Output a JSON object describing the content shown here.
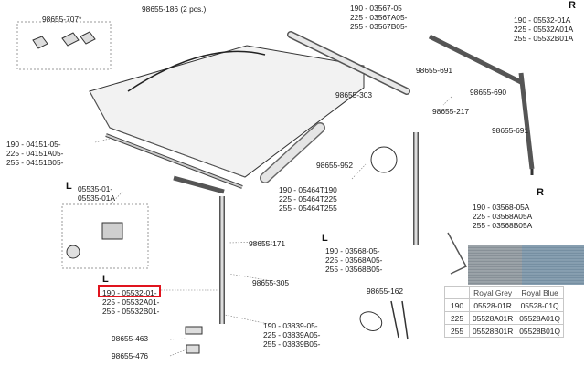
{
  "labels": {
    "p707": "98655-707*",
    "p186": "98655-186 (2 pcs.)",
    "p190top": [
      "190 - 03567-05",
      "225 - 03567A05-",
      "255 - 03567B05-"
    ],
    "p532top": [
      "190 - 05532-01A",
      "225 - 05532A01A",
      "255 - 05532B01A"
    ],
    "p691a": "98655-691",
    "p690": "98655-690",
    "p303": "98655-303",
    "p217": "98655-217",
    "p691b": "98655-691",
    "p04151": [
      "190 - 04151-05-",
      "225 - 04151A05-",
      "255 - 04151B05-"
    ],
    "p952": "98655-952",
    "p05535": [
      "05535-01-",
      "05535-01A"
    ],
    "p05464": [
      "190 - 05464T190",
      "225 - 05464T225",
      "255 - 05464T255"
    ],
    "p03568r": [
      "190 - 03568-05A",
      "225 - 03568A05A",
      "255 - 03568B05A"
    ],
    "p171": "98655-171",
    "p03568l": [
      "190 - 03568-05-",
      "225 - 03568A05-",
      "255 - 03568B05-"
    ],
    "p305": "98655-305",
    "p162": "98655-162",
    "p05532l": [
      "190 - 05532-01-",
      "225 - 05532A01-",
      "255 - 05532B01-"
    ],
    "p463": "98655-463",
    "p03839": [
      "190 - 03839-05-",
      "225 - 03839A05-",
      "255 - 03839B05-"
    ],
    "p476": "98655-476"
  },
  "sides": {
    "r_top": "R",
    "l_mid": "L",
    "r_mid": "R",
    "l_low": "L",
    "l_bot": "L"
  },
  "fabric_table": {
    "headers": [
      "Royal Grey",
      "Royal Blue"
    ],
    "rows": [
      {
        "size": "190",
        "grey": "05528-01R",
        "blue": "05528-01Q"
      },
      {
        "size": "225",
        "grey": "05528A01R",
        "blue": "05528A01Q"
      },
      {
        "size": "255",
        "grey": "05528B01R",
        "blue": "05528B01Q"
      }
    ]
  },
  "colors": {
    "highlight": "#e0141e",
    "code_blue": "#2a57b8",
    "grey_fabric": "#8e9aa3",
    "blue_fabric": "#6f8fa8"
  }
}
